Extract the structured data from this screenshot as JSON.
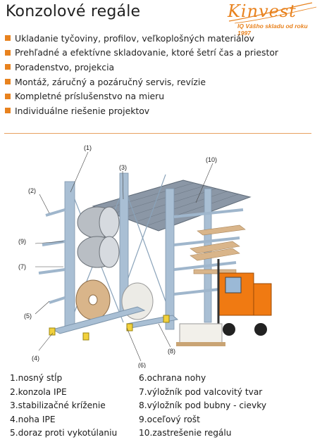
{
  "header": {
    "title": "Konzolové regále",
    "logo_text": "Kinvest",
    "logo_tagline": "IQ Vášho skladu od roku 1997"
  },
  "features": [
    "Ukladanie tyčoviny, profilov, veľkoplošných materiálov",
    "Prehľadné a efektívne skladovanie, ktoré šetrí čas a priestor",
    "Poradenstvo, projekcia",
    "Montáž, záručný a pozáručný servis, revízie",
    "Kompletné príslušenstvo na mieru",
    "Individuálne riešenie projektov"
  ],
  "callouts": [
    "(1)",
    "(2)",
    "(3)",
    "(10)",
    "(9)",
    "(7)",
    "(5)",
    "(4)",
    "(6)",
    "(8)"
  ],
  "legend": {
    "left": [
      "1.nosný stĺp",
      "2.konzola IPE",
      "3.stabilizačné kríženie",
      "4.noha IPE",
      "5.doraz proti vykotúlaniu"
    ],
    "right": [
      "6.ochrana nohy",
      "7.výložník pod valcovitý tvar",
      "8.výložník pod bubny - cievky",
      "9.oceľový rošt",
      "10.zastrešenie regálu"
    ]
  },
  "colors": {
    "accent": "#e8821e",
    "steel": "#9fb6cc",
    "roof": "#8b97a6",
    "forklift": "#f07a12",
    "wood": "#d9b58a"
  }
}
